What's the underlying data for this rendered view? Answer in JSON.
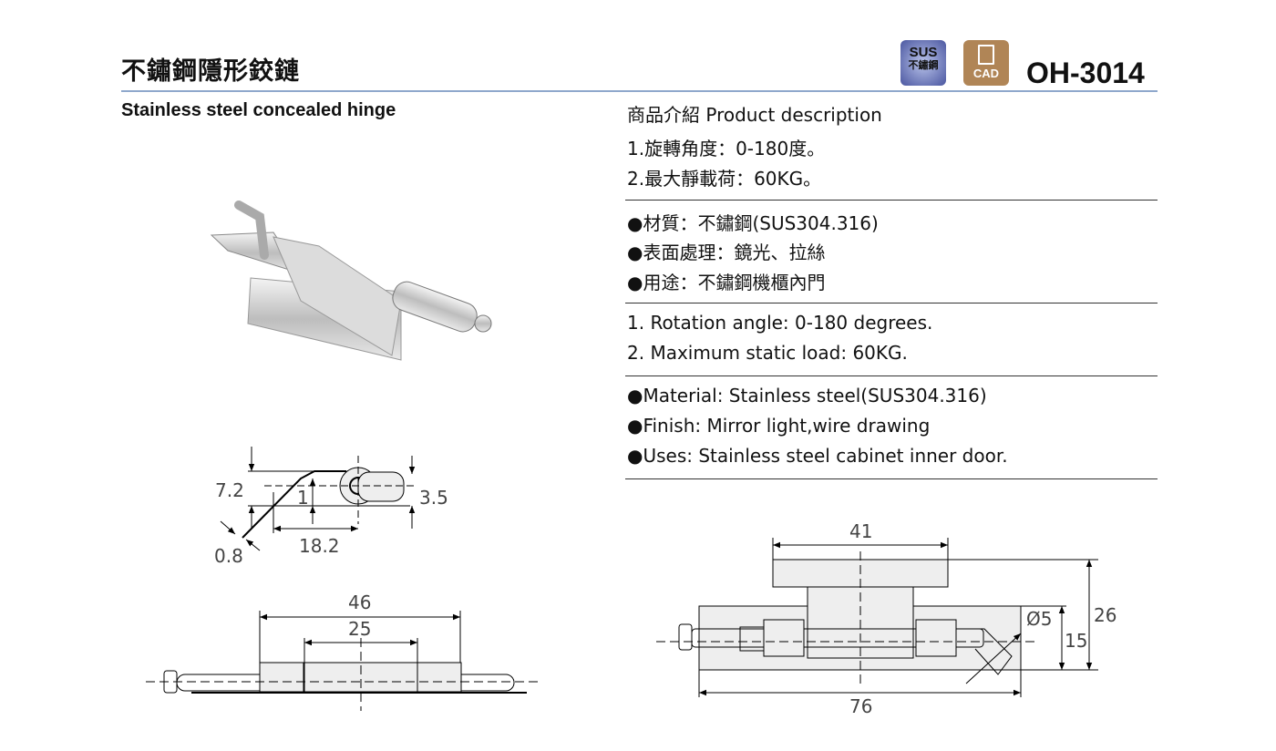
{
  "header": {
    "title": "不鏽鋼隱形鉸鏈",
    "subtitle": "Stainless steel concealed hinge",
    "model": "OH-3014",
    "sus_badge": {
      "line1": "SUS",
      "line2": "不鏽鋼"
    },
    "cad_badge": {
      "label": "CAD"
    }
  },
  "description": {
    "heading": "商品介紹 Product description",
    "zh_specs": [
      "1.旋轉角度：0-180度。",
      "2.最大靜載荷：60KG。"
    ],
    "zh_features": [
      "●材質：不鏽鋼(SUS304.316)",
      "●表面處理：鏡光、拉絲",
      "●用途：不鏽鋼機櫃內門"
    ],
    "en_specs": [
      "1. Rotation angle: 0-180 degrees.",
      "2. Maximum static load: 60KG."
    ],
    "en_features": [
      "●Material: Stainless steel(SUS304.316)",
      "●Finish: Mirror light,wire drawing",
      "●Uses: Stainless steel cabinet inner door."
    ]
  },
  "drawings": {
    "side": {
      "d1": "7.2",
      "d2": "1",
      "d3": "3.5",
      "d4": "18.2",
      "d5": "0.8"
    },
    "front": {
      "d1": "46",
      "d2": "25"
    },
    "top": {
      "d1": "41",
      "d2": "Ø5",
      "d3": "26",
      "d4": "15",
      "d5": "76"
    }
  }
}
